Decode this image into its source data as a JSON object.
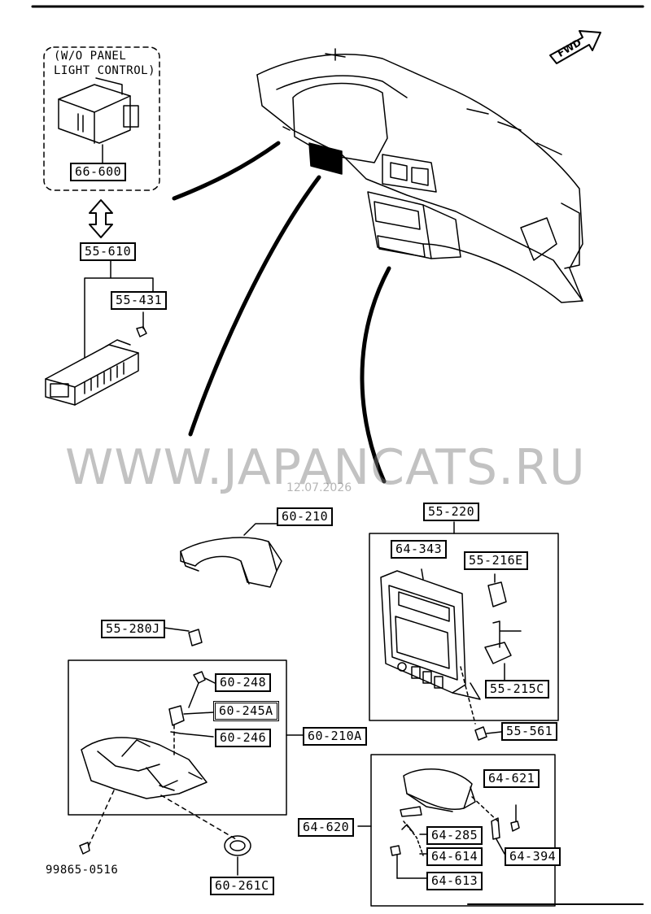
{
  "diagram": {
    "fwd_label": "FWD",
    "variant_note": {
      "line1": "(W/O PANEL",
      "line2": "LIGHT CONTROL)"
    },
    "parts": {
      "p66_600": "66-600",
      "p55_610": "55-610",
      "p55_431": "55-431",
      "p60_210": "60-210",
      "p55_220": "55-220",
      "p64_343": "64-343",
      "p55_216E": "55-216E",
      "p55_280J": "55-280J",
      "p60_248": "60-248",
      "p60_245A": "60-245A",
      "p60_246": "60-246",
      "p60_210A": "60-210A",
      "p55_215C": "55-215C",
      "p55_561": "55-561",
      "p64_621": "64-621",
      "p64_620": "64-620",
      "p64_285": "64-285",
      "p64_614": "64-614",
      "p64_394": "64-394",
      "p64_613": "64-613",
      "p60_261C": "60-261C",
      "p99865_0516": "99865-0516"
    },
    "watermark": "WWW.JAPANCATS.RU",
    "watermark_date": "12.07.2026"
  }
}
